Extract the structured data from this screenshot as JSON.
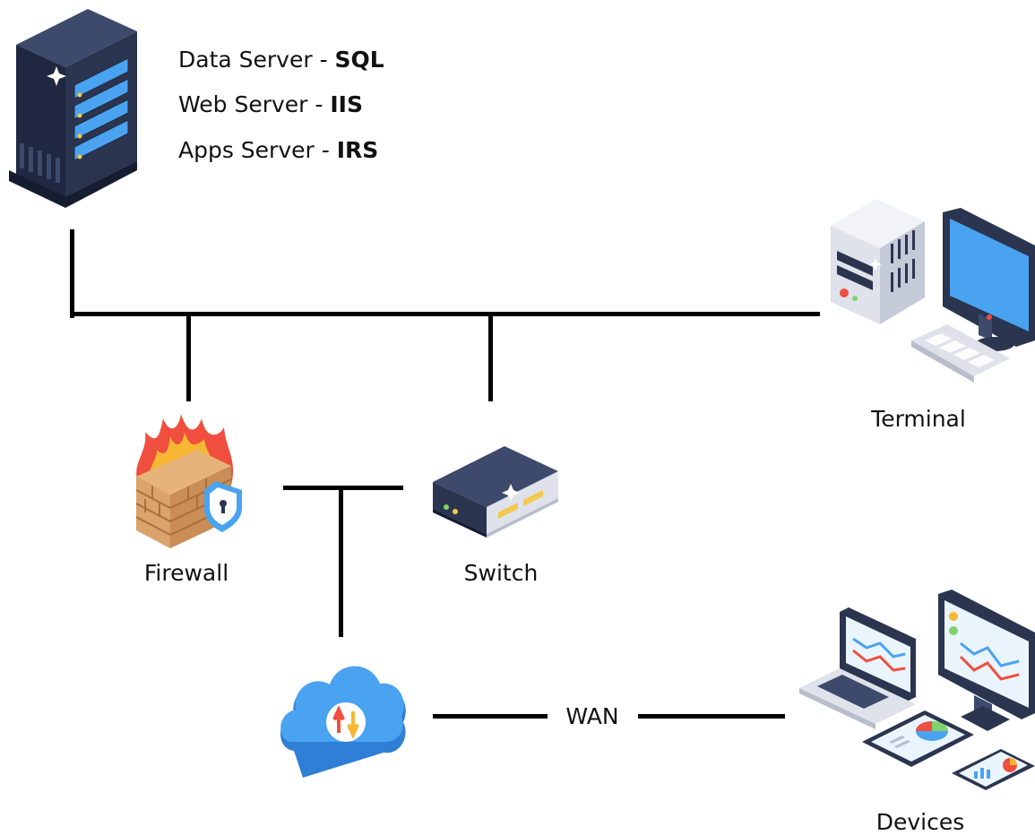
{
  "server": {
    "lines": [
      {
        "prefix": "Data Server - ",
        "suffix": "SQL"
      },
      {
        "prefix": "Web Server - ",
        "suffix": "IIS"
      },
      {
        "prefix": "Apps Server - ",
        "suffix": "IRS"
      }
    ]
  },
  "nodes": {
    "firewall": "Firewall",
    "switch": "Switch",
    "terminal": "Terminal",
    "devices": "Devices"
  },
  "wan": "WAN",
  "colors": {
    "line": "#000000",
    "server_dark": "#2b3550",
    "accent_blue": "#4aa3f0",
    "fire_red": "#f04e3e",
    "brick": "#d9a36b"
  }
}
